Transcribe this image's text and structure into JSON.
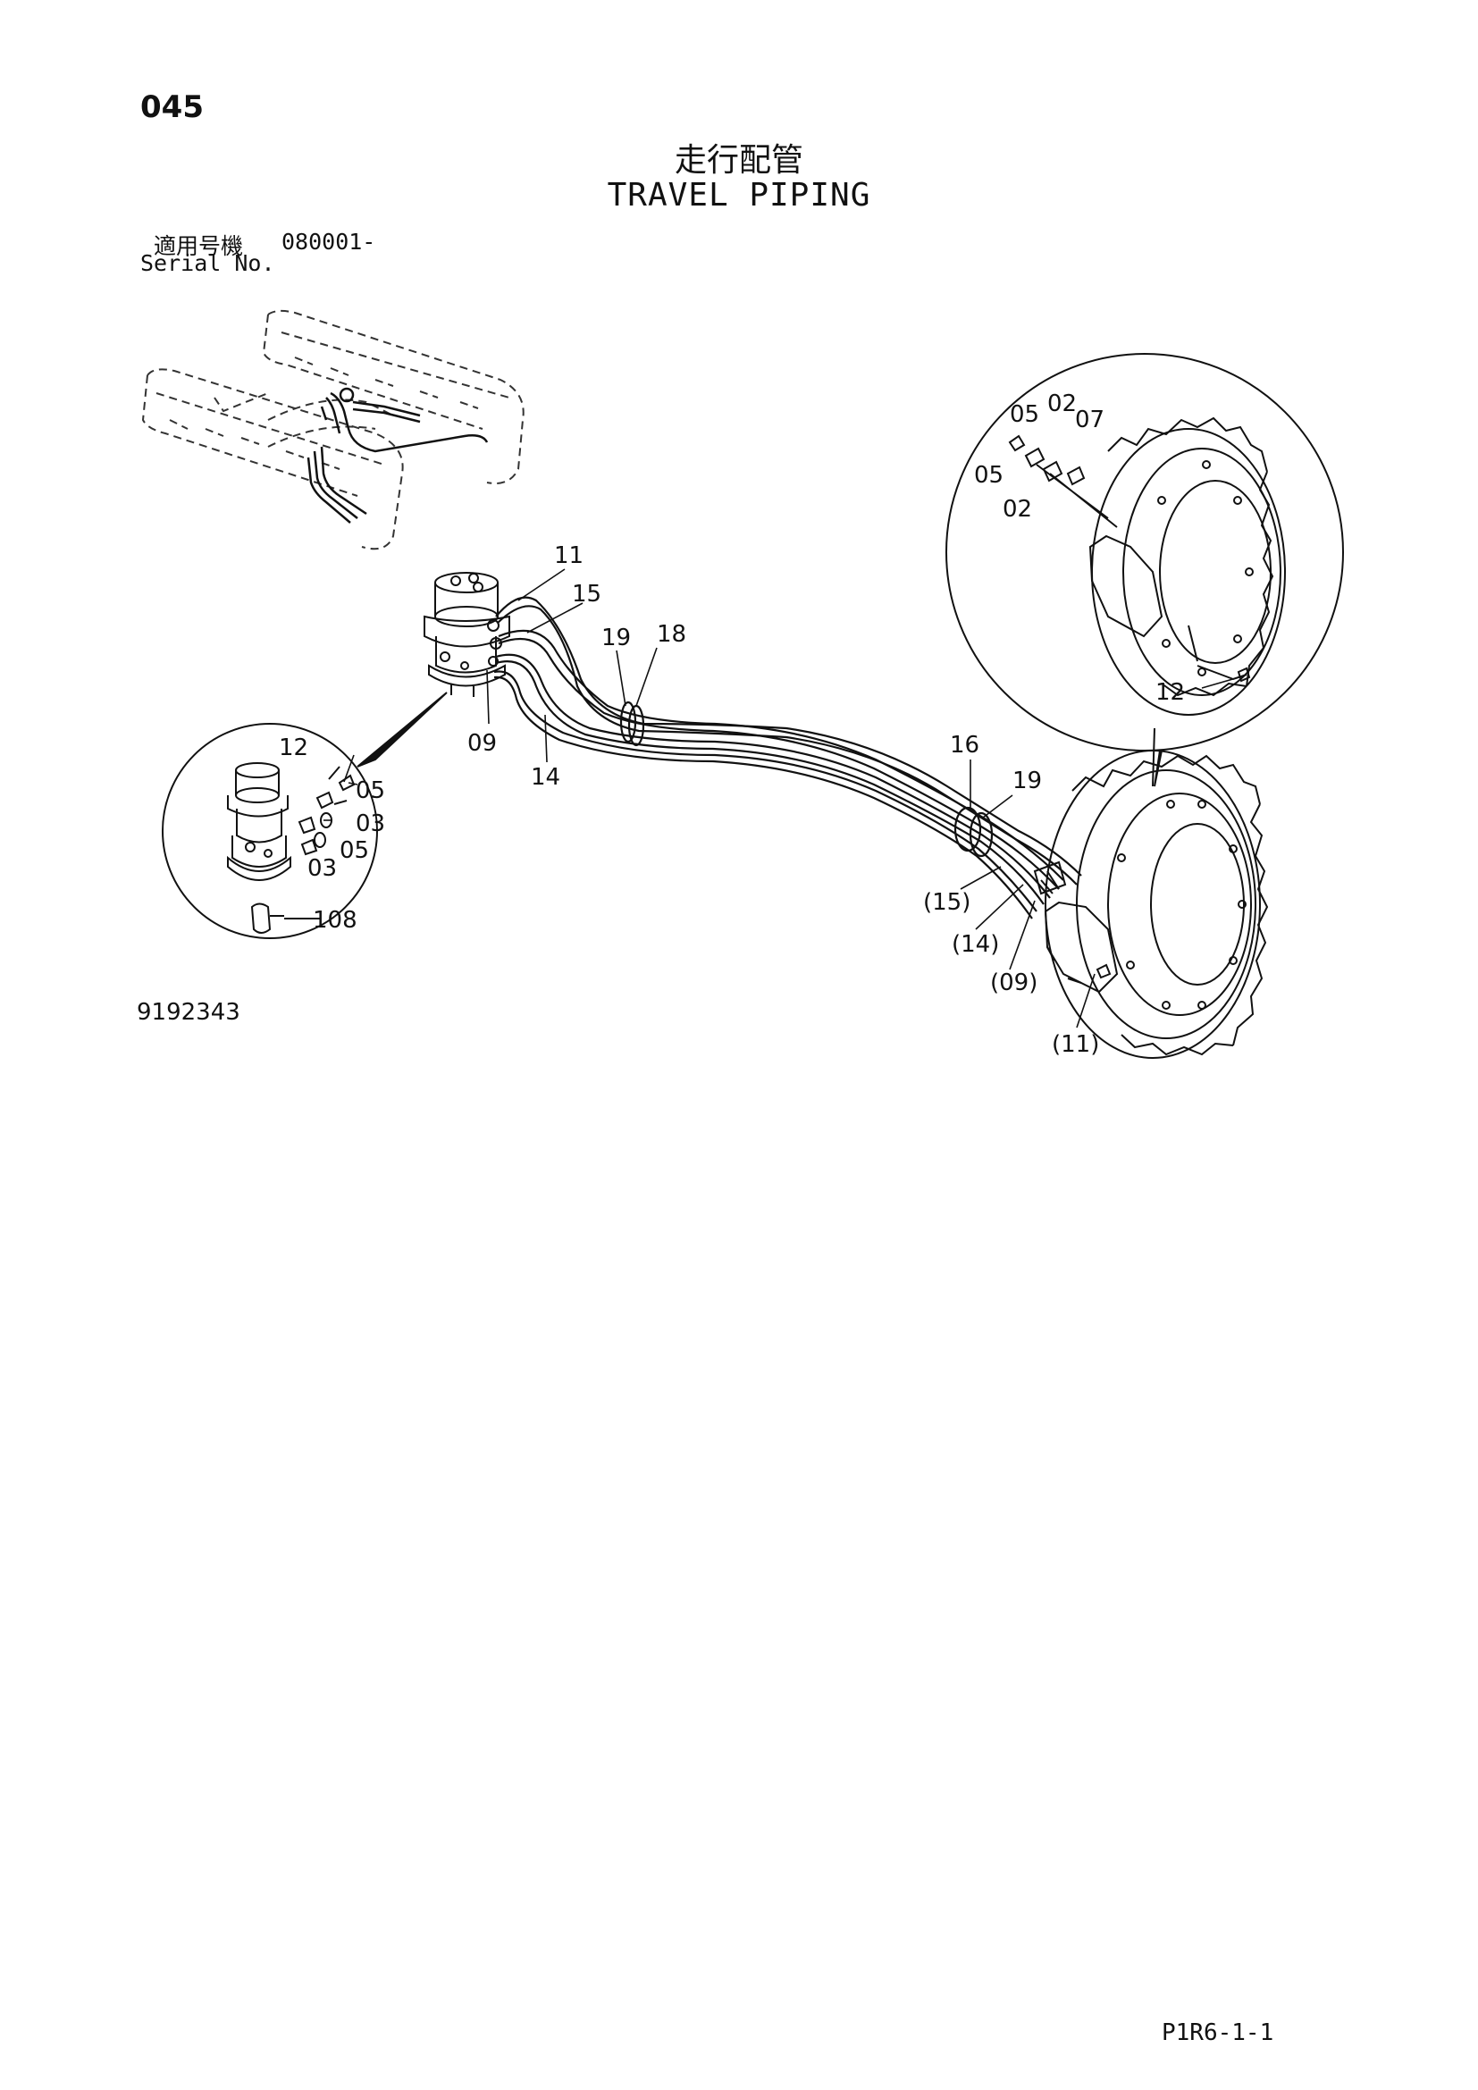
{
  "header": {
    "page_number": "045",
    "title_jp": "走行配管",
    "title_en": "TRAVEL PIPING",
    "serial_label_jp": "適用号機",
    "serial_value": "080001-",
    "serial_label_en": "Serial No."
  },
  "callouts": {
    "main": [
      "11",
      "15",
      "19",
      "18",
      "09",
      "14",
      "16",
      "19",
      "(15)",
      "(14)",
      "(09)",
      "(11)"
    ],
    "left_detail": [
      "12",
      "05",
      "03",
      "05",
      "03",
      "108"
    ],
    "right_detail": [
      "05",
      "02",
      "07",
      "05",
      "02",
      "12"
    ]
  },
  "footer": {
    "drawing_number": "9192343",
    "page_code": "P1R6-1-1"
  }
}
